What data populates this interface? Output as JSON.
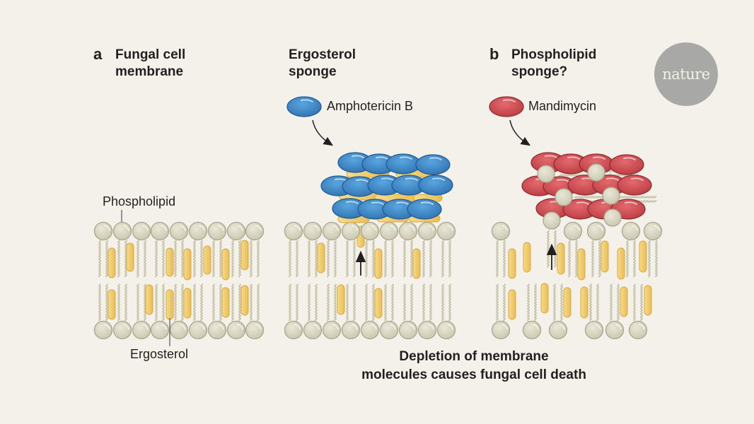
{
  "panel_a": {
    "letter": "a",
    "title_line1": "Fungal cell",
    "title_line2": "membrane",
    "label_phospholipid": "Phospholipid",
    "label_ergosterol": "Ergosterol"
  },
  "panel_ergosterol_sponge": {
    "title_line1": "Ergosterol",
    "title_line2": "sponge",
    "legend_label": "Amphotericin B",
    "legend_color": "#3a86c8"
  },
  "panel_b": {
    "letter": "b",
    "title_line1": "Phospholipid",
    "title_line2": "sponge?",
    "legend_label": "Mandimycin",
    "legend_color": "#d1494e"
  },
  "caption": {
    "line1": "Depletion of membrane",
    "line2": "molecules causes fungal cell death"
  },
  "logo": {
    "text": "nature"
  },
  "colors": {
    "background": "#f4f1eb",
    "phospholipid_head": "#d6d4bf",
    "ergosterol": "#f2cf72",
    "amphotericin": "#3a86c8",
    "mandimycin": "#d1494e"
  }
}
